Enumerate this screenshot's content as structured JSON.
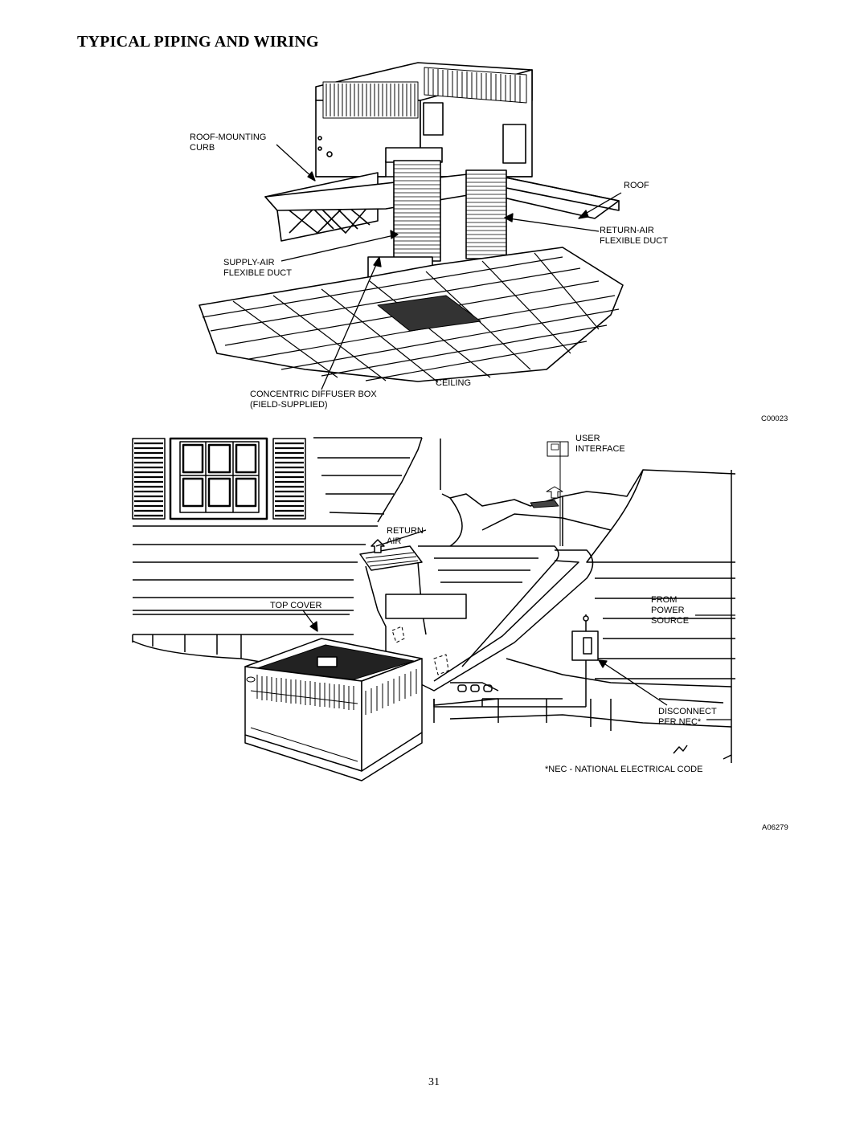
{
  "title": "TYPICAL PIPING AND WIRING",
  "figure1": {
    "code": "C00023",
    "labels": {
      "roof_mounting_curb": [
        "ROOF-MOUNTING",
        "CURB"
      ],
      "roof": "ROOF",
      "return_air_duct": [
        "RETURN-AIR",
        "FLEXIBLE DUCT"
      ],
      "supply_air_duct": [
        "SUPPLY-AIR",
        "FLEXIBLE DUCT"
      ],
      "ceiling": "CEILING",
      "diffuser_box": [
        "CONCENTRIC DIFFUSER BOX",
        "(FIELD-SUPPLIED)"
      ]
    }
  },
  "figure2": {
    "code": "A06279",
    "labels": {
      "user_interface": [
        "USER",
        "INTERFACE"
      ],
      "return_air": [
        "RETURN",
        "AIR"
      ],
      "top_cover": "TOP COVER",
      "from_power_source": [
        "FROM",
        "POWER",
        "SOURCE"
      ],
      "disconnect": [
        "DISCONNECT",
        "PER NEC*"
      ],
      "footnote": "*NEC - NATIONAL ELECTRICAL CODE"
    }
  },
  "page_number": "31"
}
